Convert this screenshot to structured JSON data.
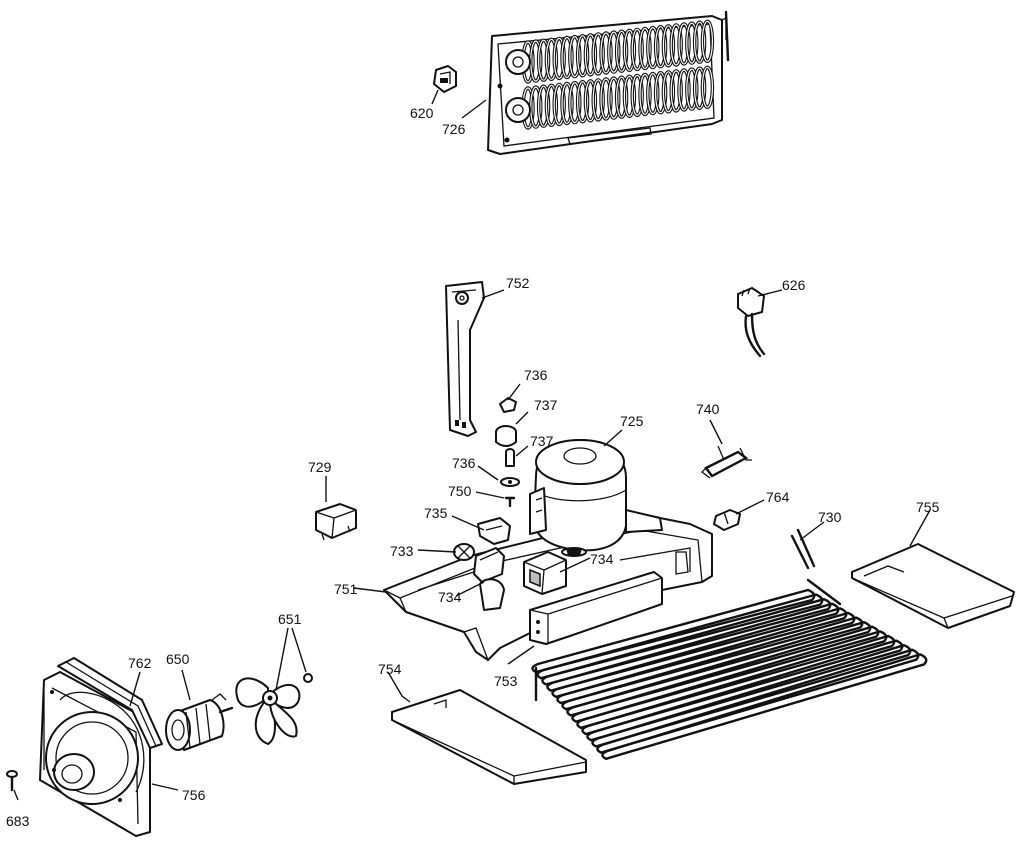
{
  "callouts": {
    "c620": "620",
    "c726": "726",
    "c752": "752",
    "c626": "626",
    "c736a": "736",
    "c737a": "737",
    "c737b": "737",
    "c736b": "736",
    "c725": "725",
    "c740": "740",
    "c750": "750",
    "c729": "729",
    "c735": "735",
    "c764": "764",
    "c730": "730",
    "c755": "755",
    "c733": "733",
    "c734a": "734",
    "c734b": "734",
    "c751": "751",
    "c753": "753",
    "c754": "754",
    "c762": "762",
    "c650": "650",
    "c651": "651",
    "c683": "683",
    "c756": "756"
  }
}
